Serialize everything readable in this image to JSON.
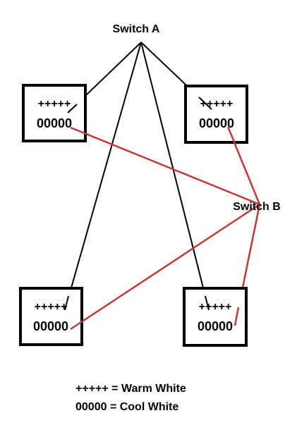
{
  "switches": {
    "a": {
      "label": "Switch A"
    },
    "b": {
      "label": "Switch B"
    }
  },
  "fixtures": [
    {
      "id": "top-left",
      "warm": "+++++",
      "cool": "00000"
    },
    {
      "id": "top-right",
      "warm": "+++++",
      "cool": "00000"
    },
    {
      "id": "bottom-left",
      "warm": "+++++",
      "cool": "00000"
    },
    {
      "id": "bottom-right",
      "warm": "+++++",
      "cool": "00000"
    }
  ],
  "legend": {
    "warm": "+++++ = Warm White",
    "cool": "00000 = Cool White"
  },
  "colors": {
    "switch_a_wiring": "#000000",
    "switch_b_wiring": "#c0393b"
  }
}
